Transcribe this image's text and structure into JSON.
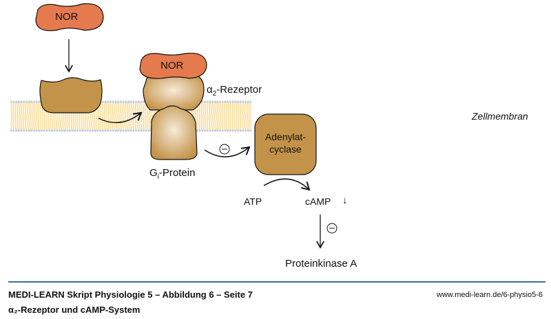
{
  "figure": {
    "ligand_label": "NOR",
    "bound_ligand_label": "NOR",
    "receptor_label_prefix": "α",
    "receptor_label_sub": "2",
    "receptor_label_suffix": "-Rezeptor",
    "membrane_label": "Zellmembran",
    "gprotein_prefix": "G",
    "gprotein_sub": "i",
    "gprotein_suffix": "-Protein",
    "enzyme_line1": "Adenylat-",
    "enzyme_line2": "cyclase",
    "substrate_label": "ATP",
    "product_label": "cAMP",
    "product_trend": "↓",
    "inhibition_symbol": "⊖",
    "target_label": "Proteinkinase A",
    "colors": {
      "ligand": "#e57a4e",
      "protein": "#c4934a",
      "membrane_tails": "#f3d27a",
      "membrane_heads": "#b9c9ea",
      "footer_rule": "#3d6ea3"
    }
  },
  "footer": {
    "title": "MEDI-LEARN Skript Physiologie 5 – Abbildung 6 – Seite 7",
    "subtitle": "α₂-Rezeptor und cAMP-System",
    "url": "www.medi-learn.de/6-physio5-6"
  }
}
